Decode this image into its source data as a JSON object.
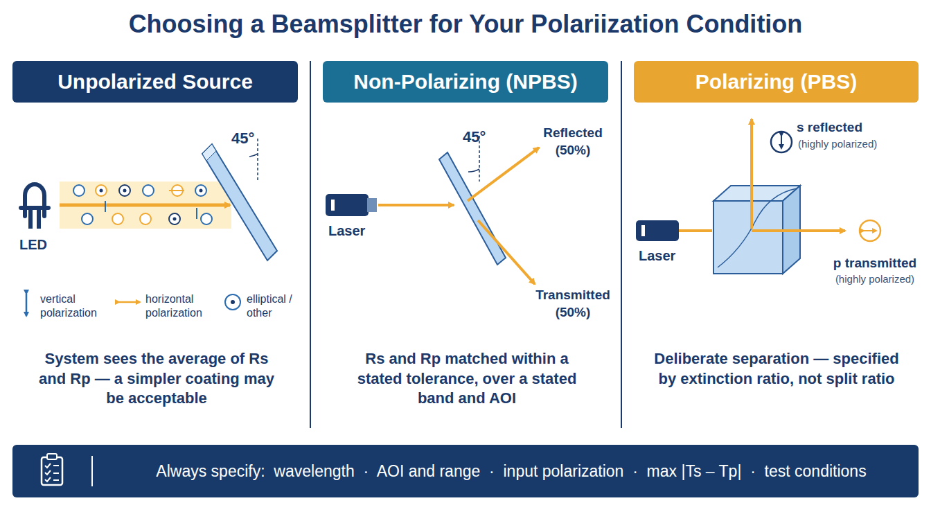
{
  "diagram": {
    "title": "Choosing a Beamsplitter for Your Polariization Condition",
    "nodes": [
      {
        "text": [
          "Unpolarized Source"
        ]
      },
      {
        "text": [
          "Non-Polarizing (NPBS)"
        ]
      },
      {
        "text": [
          "Polarizing (PBS)"
        ]
      },
      {
        "text": [
          "Always specify:  wavelength  ·  AOI and range  ·  input polarization  ·  max |Ts – Tp|  ·  test conditions"
        ]
      }
    ],
    "labels": [
      "45°",
      "LED",
      "45°",
      "Laser",
      "Reflected (50%)",
      "Transmitted (50%)",
      "Laser",
      "s reflected",
      "(highly polarized)",
      "p transmitted",
      "(highly polarized)",
      "System sees the average of Rs and Rp — a simpler coating may be acceptable",
      "Rs and Rp matched within a stated tolerance, over a stated band and AOI",
      "Deliberate separation — specified by extinction ratio, not split ratio"
    ],
    "legend": [
      {
        "text": "vertical polarization"
      },
      {
        "text": "horizontal polarization"
      },
      {
        "text": "elliptical / other"
      }
    ]
  }
}
